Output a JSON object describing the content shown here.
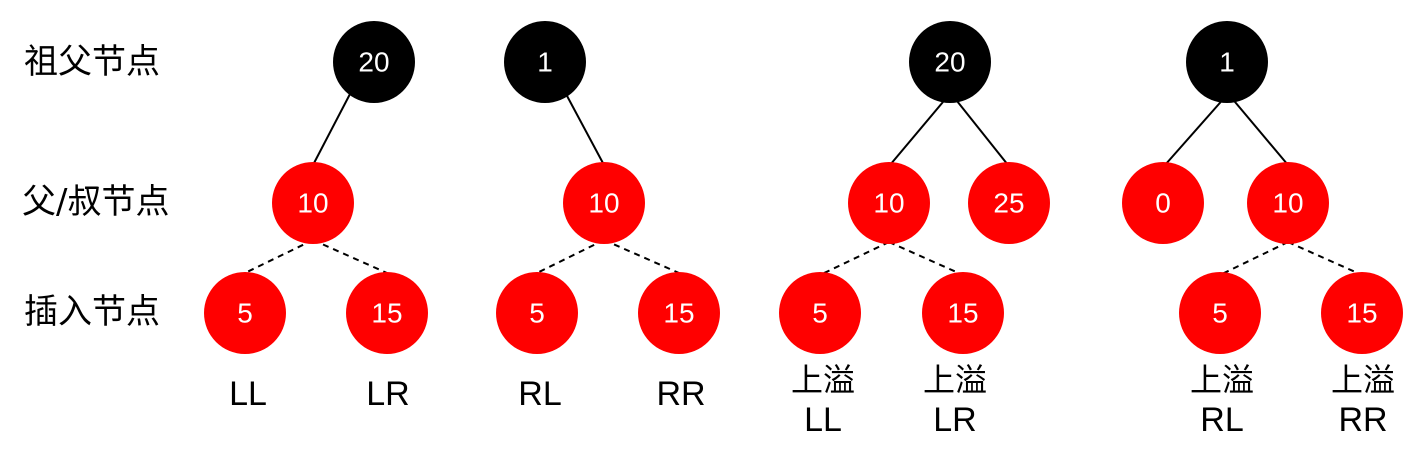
{
  "colors": {
    "black_node": "#000000",
    "red_node": "#ff0000",
    "node_text": "#ffffff",
    "edge": "#000000"
  },
  "row_labels": {
    "grandparent": "祖父节点",
    "parent_uncle": "父/叔节点",
    "inserted": "插入节点"
  },
  "nodes": {
    "t1_grandparent": "20",
    "t1_parent": "10",
    "t1_child_left": "5",
    "t1_child_right": "15",
    "t2_grandparent": "1",
    "t2_parent": "10",
    "t2_child_left": "5",
    "t2_child_right": "15",
    "t3_grandparent": "20",
    "t3_parent": "10",
    "t3_uncle": "25",
    "t3_child_left": "5",
    "t3_child_right": "15",
    "t4_grandparent": "1",
    "t4_uncle": "0",
    "t4_parent": "10",
    "t4_child_left": "5",
    "t4_child_right": "15"
  },
  "case_labels": {
    "t1_left": "LL",
    "t1_right": "LR",
    "t2_left": "RL",
    "t2_right": "RR",
    "overflow": "上溢",
    "t3_left": "LL",
    "t3_right": "LR",
    "t4_left": "RL",
    "t4_right": "RR"
  }
}
